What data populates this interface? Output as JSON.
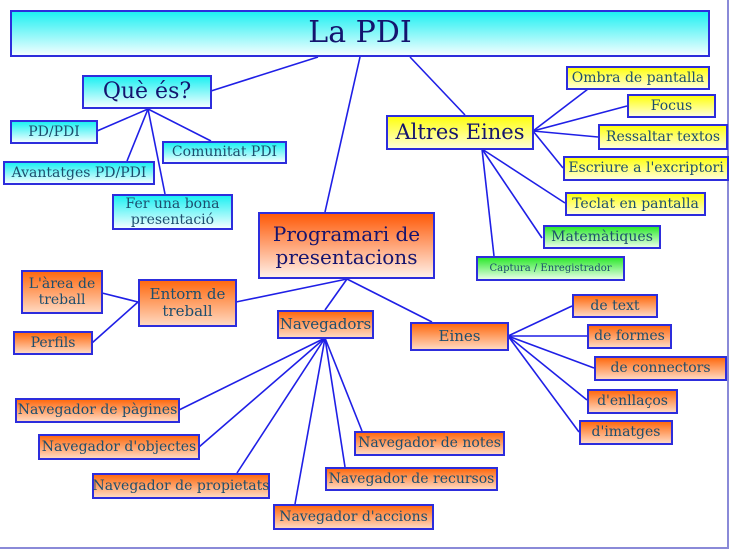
{
  "title": "La PDI",
  "que_es": {
    "label": "Què és?",
    "children": [
      "PD/PDI",
      "Comunitat PDI",
      "Avantatges PD/PDI",
      "Fer una bona presentació"
    ]
  },
  "altres_eines": {
    "label": "Altres Eines",
    "children": [
      "Ombra de pantalla",
      "Focus",
      "Ressaltar textos",
      "Escriure a l'excriptori",
      "Teclat en pantalla",
      "Matemàtiques",
      "Captura / Enregistrador"
    ]
  },
  "programari": {
    "label": "Programari de presentacions",
    "entorn": {
      "label": "Entorn de treball",
      "children": [
        "L'àrea de treball",
        "Perfils"
      ]
    },
    "navegadors": {
      "label": "Navegadors",
      "children": [
        "Navegador de pàgines",
        "Navegador d'objectes",
        "Navegador de propietats",
        "Navegador de notes",
        "Navegador de recursos",
        "Navegador d'accions"
      ]
    },
    "eines": {
      "label": "Eines",
      "children": [
        "de text",
        "de formes",
        "de connectors",
        "d'enllaços",
        "d'imatges"
      ]
    }
  },
  "colors": {
    "link": "#1f1fe6",
    "border": "#2d2ddc",
    "cyan": "#1ff0f2",
    "yellow": "#ffff10",
    "green": "#2ee82e",
    "orange": "#ff5a08",
    "text": "#1d4e6e",
    "title_text": "#14146e"
  }
}
